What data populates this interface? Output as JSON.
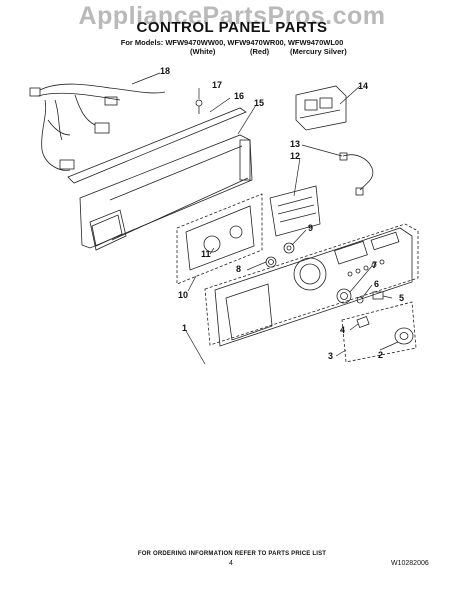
{
  "watermark": "AppliancePartsPros.com",
  "title": "CONTROL PANEL PARTS",
  "models_line": "For Models: WFW9470WW00, WFW9470WR00, WFW9470WL00",
  "variants": [
    "(White)",
    "(Red)",
    "(Mercury Silver)"
  ],
  "callouts": [
    "18",
    "17",
    "16",
    "15",
    "14",
    "13",
    "12",
    "9",
    "7",
    "11",
    "8",
    "6",
    "5",
    "10",
    "4",
    "1",
    "3",
    "2"
  ],
  "footer": "FOR ORDERING INFORMATION REFER TO PARTS PRICE LIST",
  "page_number": "4",
  "doc_number": "W10282006"
}
